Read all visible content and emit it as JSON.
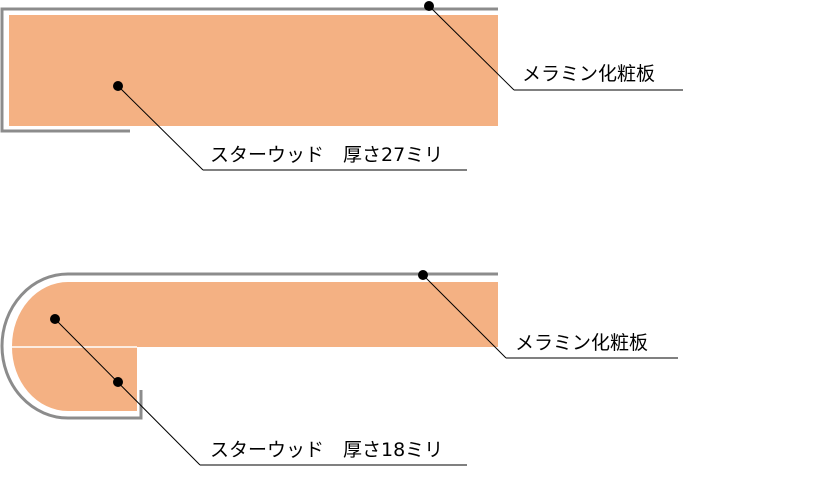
{
  "diagram_top": {
    "callouts": [
      {
        "id": "melamine",
        "text": "メラミン化粧板"
      },
      {
        "id": "starwood",
        "text": "スターウッド　厚さ27ミリ"
      }
    ]
  },
  "diagram_bottom": {
    "callouts": [
      {
        "id": "melamine",
        "text": "メラミン化粧板"
      },
      {
        "id": "starwood",
        "text": "スターウッド　厚さ18ミリ"
      }
    ]
  },
  "colors": {
    "board_fill": "#f4b183",
    "laminate_stroke": "#8c8c8c",
    "callout_line": "#000000"
  }
}
